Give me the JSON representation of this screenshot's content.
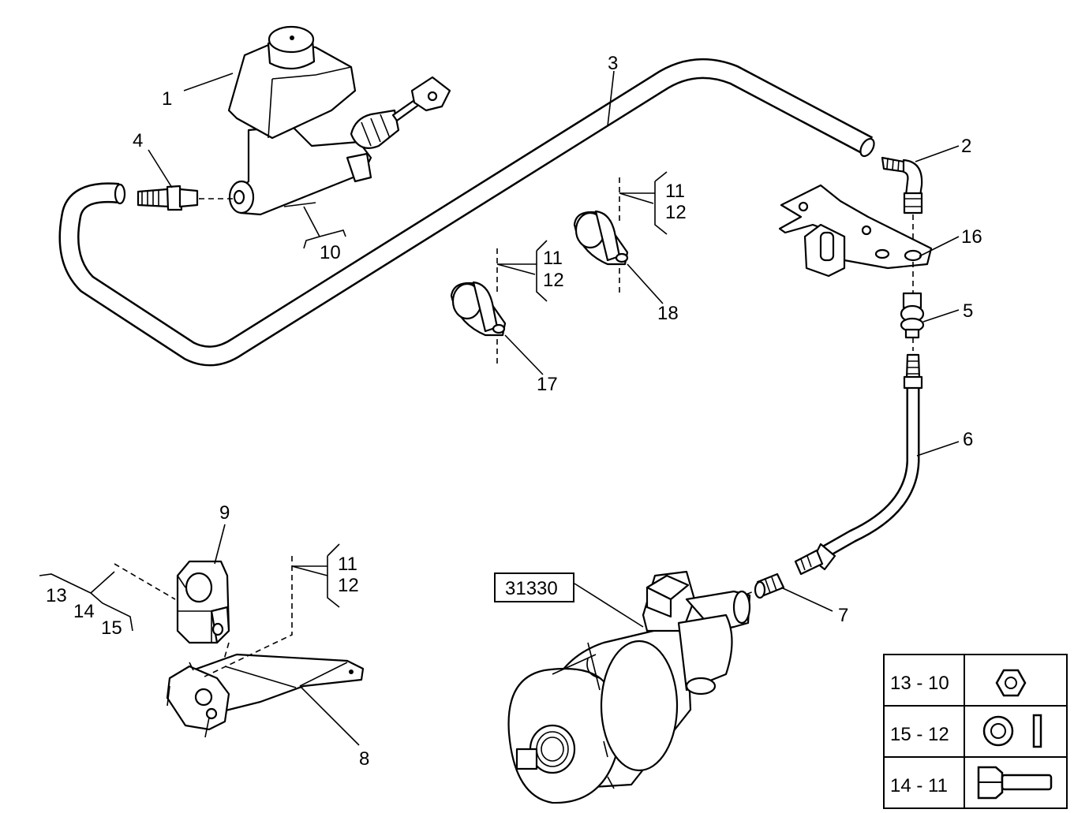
{
  "callouts": {
    "c1": "1",
    "c2": "2",
    "c3": "3",
    "c4": "4",
    "c5": "5",
    "c6": "6",
    "c7": "7",
    "c8": "8",
    "c9": "9",
    "c10": "10",
    "c11a": "11",
    "c12a": "12",
    "c11b": "11",
    "c12b": "12",
    "c11c": "11",
    "c12c": "12",
    "c13": "13",
    "c14": "14",
    "c15": "15",
    "c16": "16",
    "c17": "17",
    "c18": "18"
  },
  "reference_box": "31330",
  "legend": {
    "rows": [
      {
        "label": "13 - 10",
        "icon": "hex-nut-icon"
      },
      {
        "label": "15 - 12",
        "icon": "washer-icon"
      },
      {
        "label": "14 - 11",
        "icon": "bolt-icon"
      }
    ]
  }
}
